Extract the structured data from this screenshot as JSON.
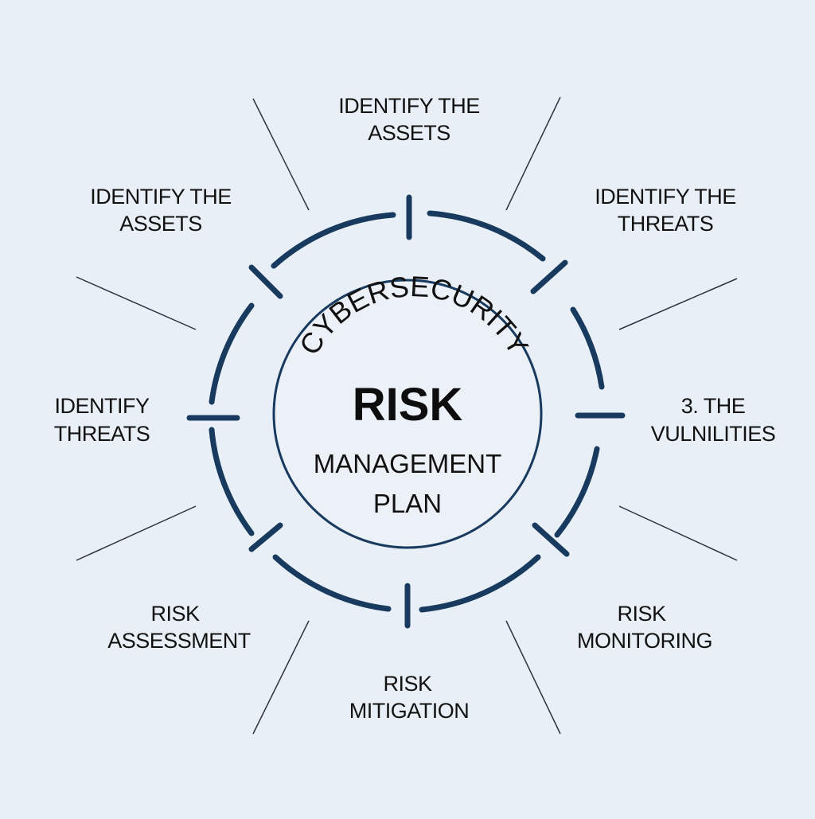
{
  "diagram": {
    "center": {
      "arc_title": "CYBERSECURITY",
      "main": "RISK",
      "line1": "MANAGEMENT",
      "line2": "PLAN"
    },
    "labels": {
      "top": [
        "IDENTIFY THE",
        "ASSETS"
      ],
      "top_left": [
        "IDENTIFY THE",
        "ASSETS"
      ],
      "top_right": [
        "IDENTIFY THE",
        "THREATS"
      ],
      "left": [
        "IDENTIFY",
        "THREATS"
      ],
      "right": [
        "3. THE",
        "VULNILITIES"
      ],
      "bottom_left": [
        "RISK",
        "ASSESSMENT"
      ],
      "bottom": [
        "RISK",
        "MITIGATION"
      ],
      "bottom_right": [
        "RISK",
        "MONITORING"
      ]
    },
    "colors": {
      "background": "#e9eff6",
      "ring": "#173a5e",
      "text": "#111111"
    }
  }
}
